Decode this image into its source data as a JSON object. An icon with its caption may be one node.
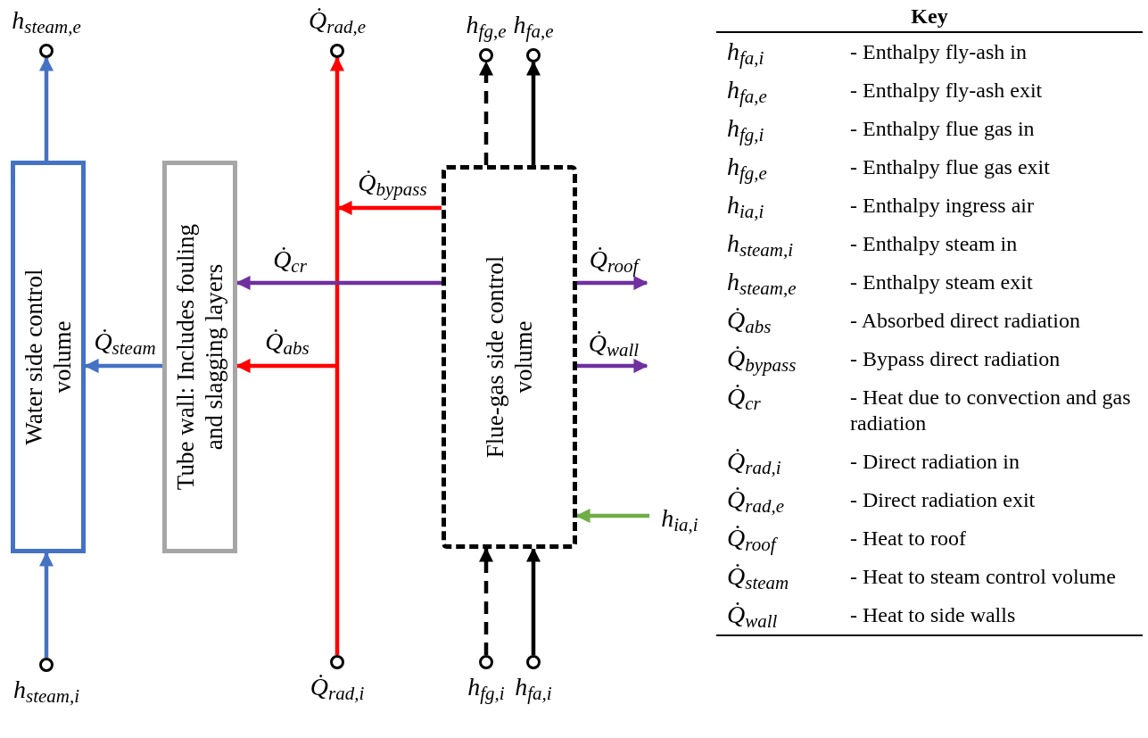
{
  "diagram": {
    "nodes": [
      {
        "text": [],
        "shape": "circle",
        "beside": [
          "h$_{steam,e}$"
        ]
      },
      {
        "text": [],
        "shape": "circle",
        "beside": [
          "Q̇$_{rad,e}$"
        ]
      },
      {
        "text": [],
        "shape": "circle",
        "beside": [
          "h$_{fg,e}$"
        ]
      },
      {
        "text": [],
        "shape": "circle",
        "beside": [
          "h$_{fa,e}$"
        ]
      },
      {
        "text": [
          "Water side control volume"
        ]
      },
      {
        "text": [
          "Tube wall: Includes fouling and slagging layers"
        ]
      },
      {
        "text": [
          "Flue-gas side control volume"
        ]
      },
      {
        "text": [],
        "shape": "circle",
        "beside": [
          "h$_{steam,i}$"
        ]
      },
      {
        "text": [],
        "shape": "circle",
        "beside": [
          "Q̇$_{rad,i}$"
        ]
      },
      {
        "text": [],
        "shape": "circle",
        "beside": [
          "h$_{fg,i}$"
        ]
      },
      {
        "text": [],
        "shape": "circle",
        "beside": [
          "h$_{fa,i}$"
        ]
      }
    ],
    "edges": [
      {
        "from": 7,
        "to": 4,
        "arrow": "to",
        "color": "#4472c4"
      },
      {
        "from": 4,
        "to": 0,
        "arrow": "to",
        "color": "#4472c4"
      },
      {
        "from": 5,
        "to": 4,
        "arrow": "to",
        "label": "Q̇$_{steam}$",
        "color": "#4472c4"
      },
      {
        "from": 8,
        "to": 1,
        "arrow": "to",
        "color": "#ff0000"
      },
      {
        "from": 6,
        "to": null,
        "arrow": "to",
        "label": "Q̇$_{bypass}$",
        "color": "#ff0000"
      },
      {
        "from": 6,
        "to": 5,
        "arrow": "to",
        "label": "Q̇$_{cr}$",
        "color": "#7030a0"
      },
      {
        "from": null,
        "to": 5,
        "arrow": "to",
        "label": "Q̇$_{abs}$",
        "color": "#ff0000"
      },
      {
        "from": 6,
        "to": null,
        "arrow": "to",
        "label": "Q̇$_{roof}$",
        "color": "#7030a0"
      },
      {
        "from": 6,
        "to": null,
        "arrow": "to",
        "label": "Q̇$_{wall}$",
        "color": "#7030a0"
      },
      {
        "from": null,
        "to": 6,
        "arrow": "to",
        "label": "h$_{ia,i}$",
        "color": "#70ad47"
      },
      {
        "from": 9,
        "to": 6,
        "arrow": "to",
        "style": "dashed"
      },
      {
        "from": 10,
        "to": 6,
        "arrow": "to"
      },
      {
        "from": 6,
        "to": 2,
        "arrow": "to",
        "style": "dashed"
      },
      {
        "from": 6,
        "to": 3,
        "arrow": "to"
      }
    ],
    "labels": [
      "Key",
      "h$_{fa,i}$",
      "- Enthalpy fly-ash in",
      "h$_{fa,e}$",
      "- Enthalpy fly-ash exit",
      "h$_{fg,i}$",
      "- Enthalpy flue gas in",
      "h$_{fg,e}$",
      "- Enthalpy flue gas exit",
      "h$_{ia,i}$",
      "- Enthalpy ingress air",
      "h$_{steam,i}$",
      "- Enthalpy steam in",
      "h$_{steam,e}$",
      "- Enthalpy steam exit",
      "Q̇$_{abs}$",
      "- Absorbed direct radiation",
      "Q̇$_{bypass}$",
      "- Bypass direct radiation",
      "Q̇$_{cr}$",
      "- Heat due to convection and gas radiation",
      "Q̇$_{rad,i}$",
      "- Direct radiation in",
      "Q̇$_{rad,e}$",
      "- Direct radiation exit",
      "Q̇$_{roof}$",
      "- Heat to roof",
      "Q̇$_{steam}$",
      "- Heat to steam control volume",
      "Q̇$_{wall}$",
      "- Heat to side walls"
    ]
  }
}
